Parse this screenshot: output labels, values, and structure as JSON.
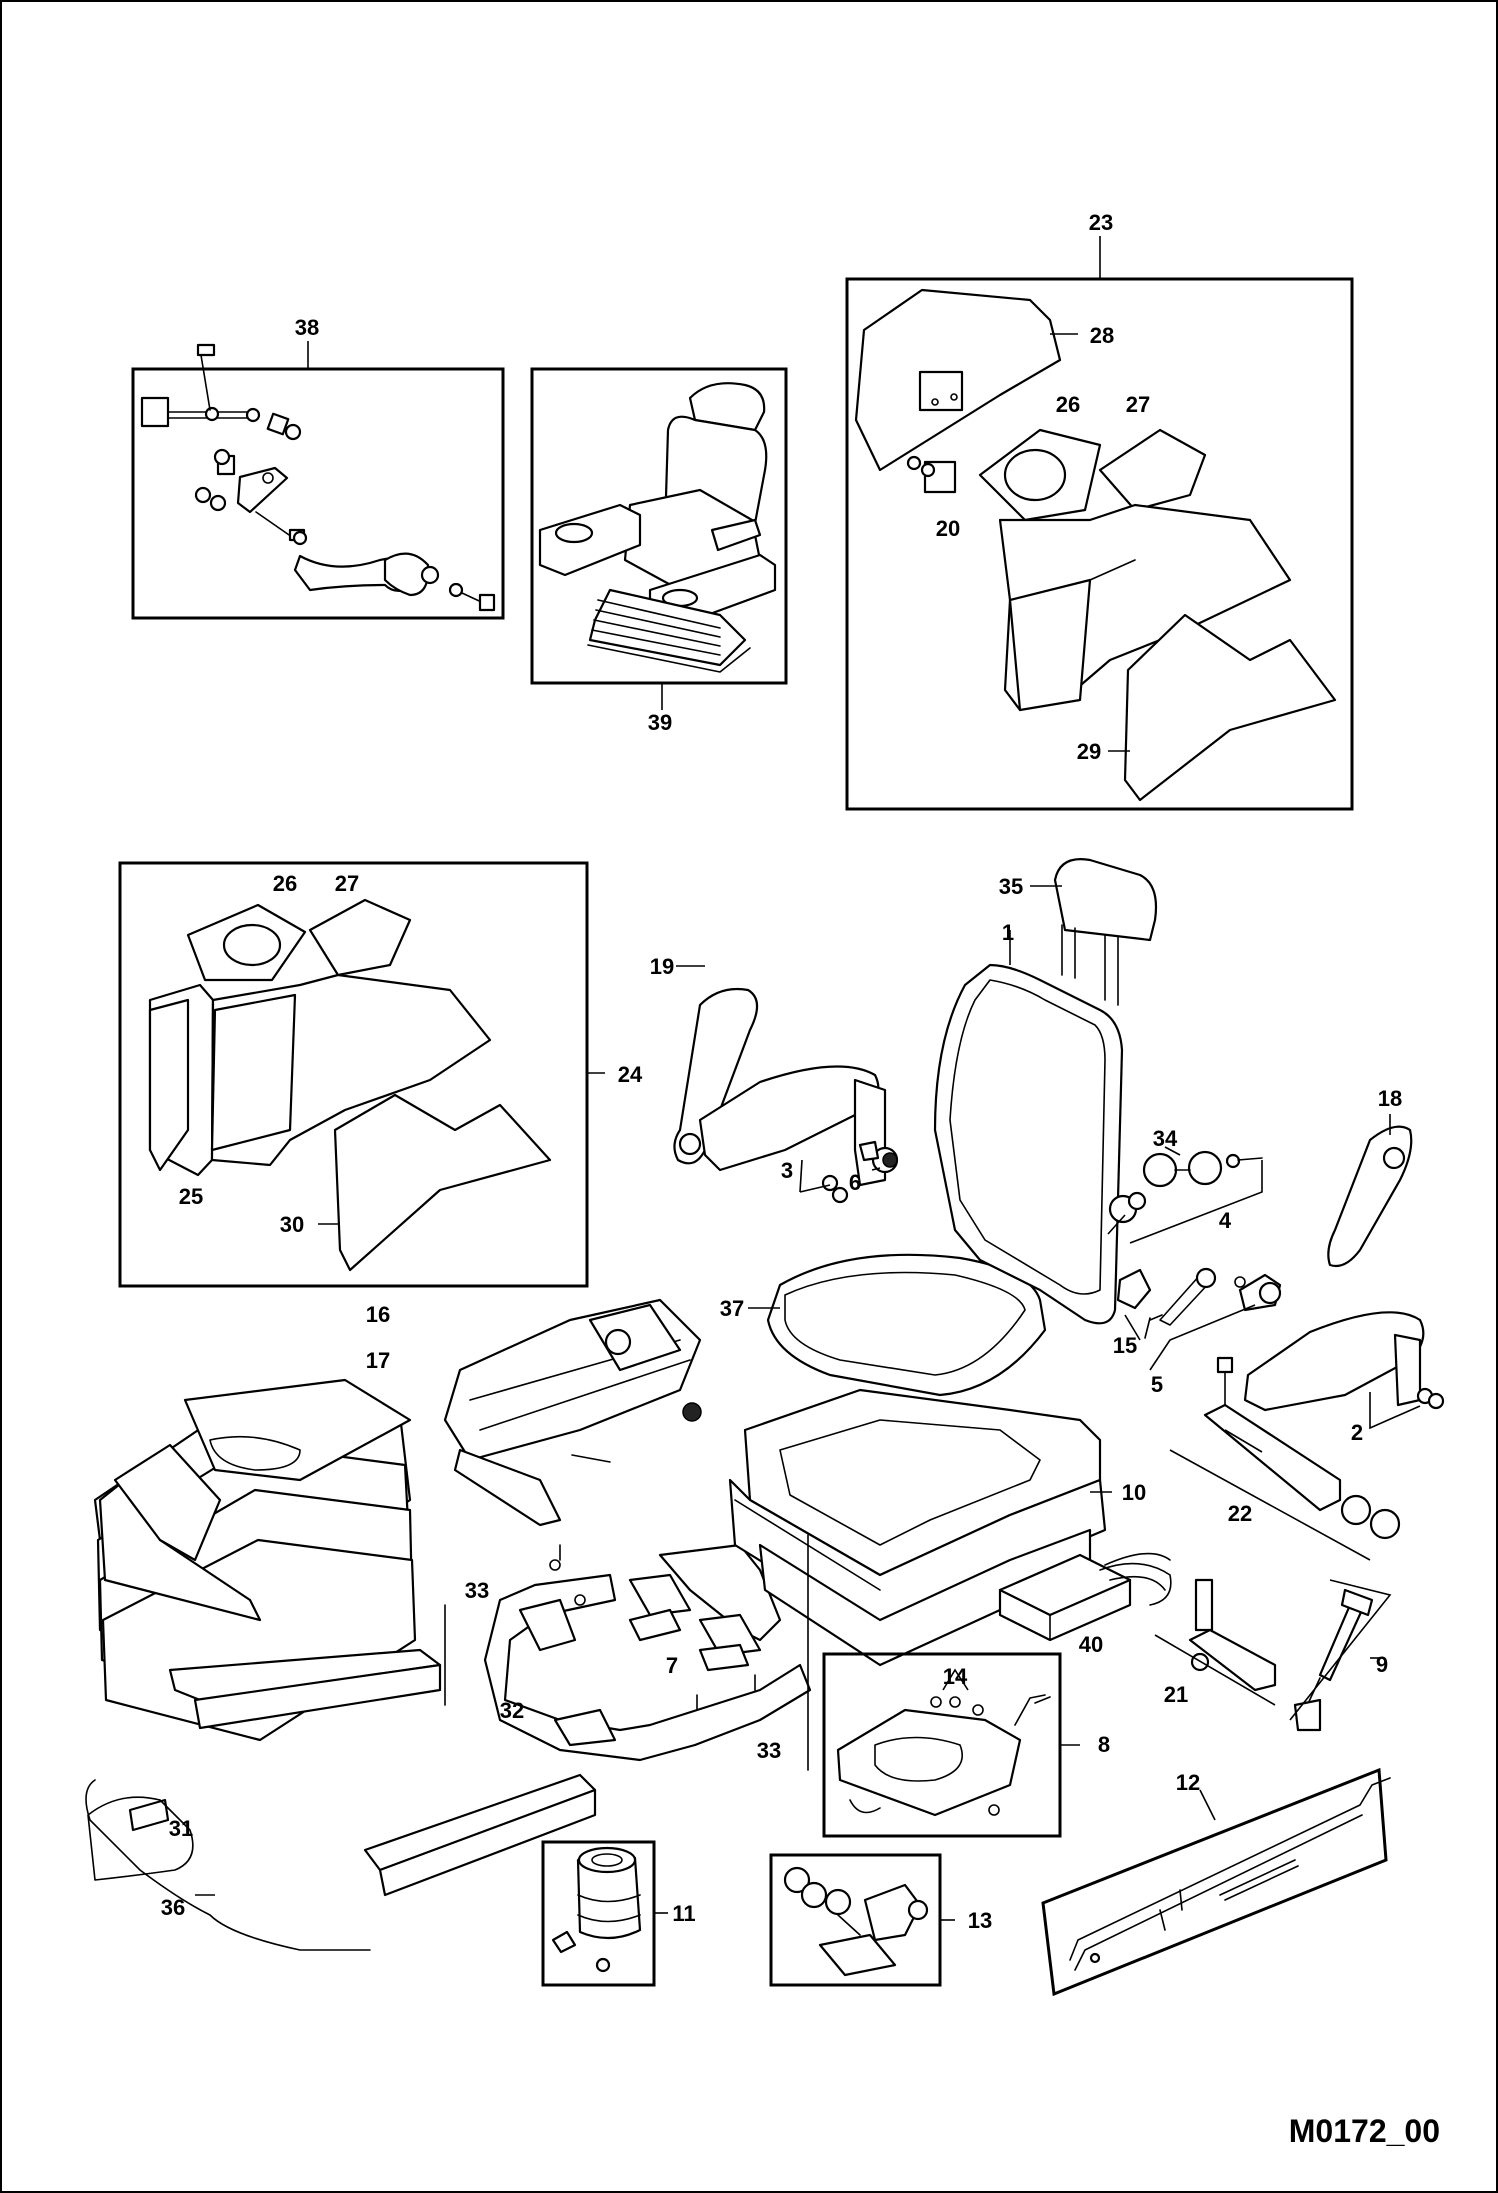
{
  "drawing_code": "M0172_00",
  "callouts": {
    "c1": "1",
    "c2": "2",
    "c3": "3",
    "c4": "4",
    "c5": "5",
    "c6": "6",
    "c7": "7",
    "c8": "8",
    "c9": "9",
    "c10": "10",
    "c11": "11",
    "c12": "12",
    "c13": "13",
    "c14": "14",
    "c15": "15",
    "c16": "16",
    "c17": "17",
    "c18": "18",
    "c19": "19",
    "c20": "20",
    "c21": "21",
    "c22": "22",
    "c23": "23",
    "c24": "24",
    "c25": "25",
    "c26a": "26",
    "c26b": "26",
    "c27a": "27",
    "c27b": "27",
    "c28": "28",
    "c29": "29",
    "c30": "30",
    "c31": "31",
    "c32": "32",
    "c33a": "33",
    "c33b": "33",
    "c34": "34",
    "c35": "35",
    "c36": "36",
    "c37": "37",
    "c38": "38",
    "c39": "39",
    "c40": "40"
  }
}
